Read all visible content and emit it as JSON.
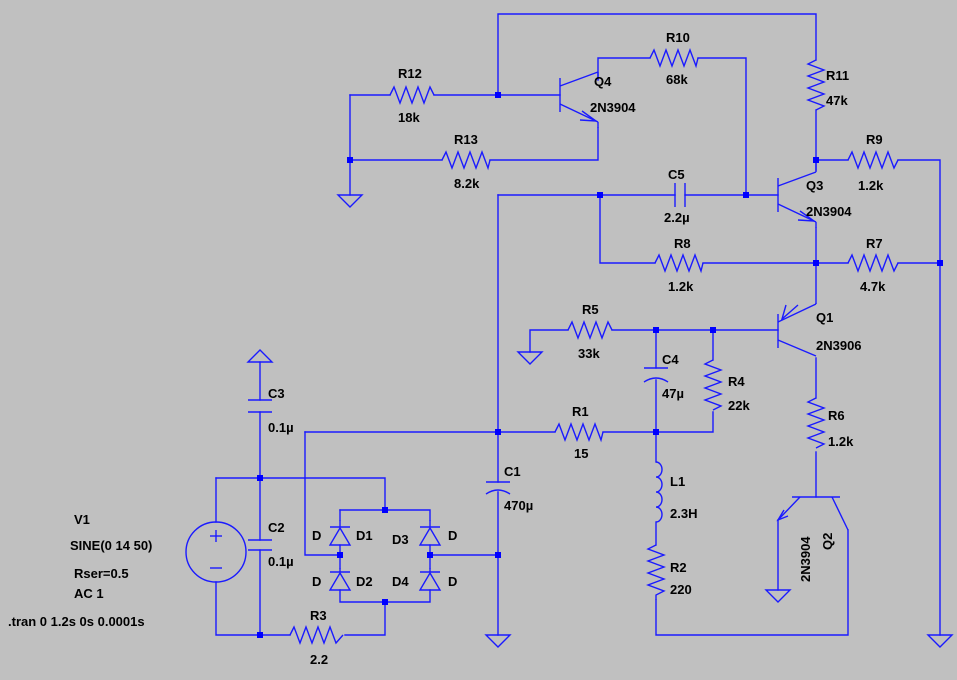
{
  "labels": {
    "R12": "R12",
    "R12_val": "18k",
    "R13": "R13",
    "R13_val": "8.2k",
    "R10": "R10",
    "R10_val": "68k",
    "R11": "R11",
    "R11_val": "47k",
    "R9": "R9",
    "R9_val": "1.2k",
    "R8": "R8",
    "R8_val": "1.2k",
    "R7": "R7",
    "R7_val": "4.7k",
    "R5": "R5",
    "R5_val": "33k",
    "R4": "R4",
    "R4_val": "22k",
    "R1": "R1",
    "R1_val": "15",
    "R6": "R6",
    "R6_val": "1.2k",
    "R2": "R2",
    "R2_val": "220",
    "R3": "R3",
    "R3_val": "2.2",
    "C5": "C5",
    "C5_val": "2.2µ",
    "C4": "C4",
    "C4_val": "47µ",
    "C3": "C3",
    "C3_val": "0.1µ",
    "C2": "C2",
    "C2_val": "0.1µ",
    "C1": "C1",
    "C1_val": "470µ",
    "L1": "L1",
    "L1_val": "2.3H",
    "Q4": "Q4",
    "Q4_model": "2N3904",
    "Q3": "Q3",
    "Q3_model": "2N3904",
    "Q1": "Q1",
    "Q1_model": "2N3906",
    "Q2": "Q2",
    "Q2_model": "2N3904",
    "D1": "D1",
    "D2": "D2",
    "D3": "D3",
    "D4": "D4",
    "D_model": "D",
    "V1": "V1",
    "V1_func": "SINE(0 14 50)",
    "V1_rser": "Rser=0.5",
    "V1_ac": "AC 1",
    "tran": ".tran 0 1.2s 0s 0.0001s"
  }
}
